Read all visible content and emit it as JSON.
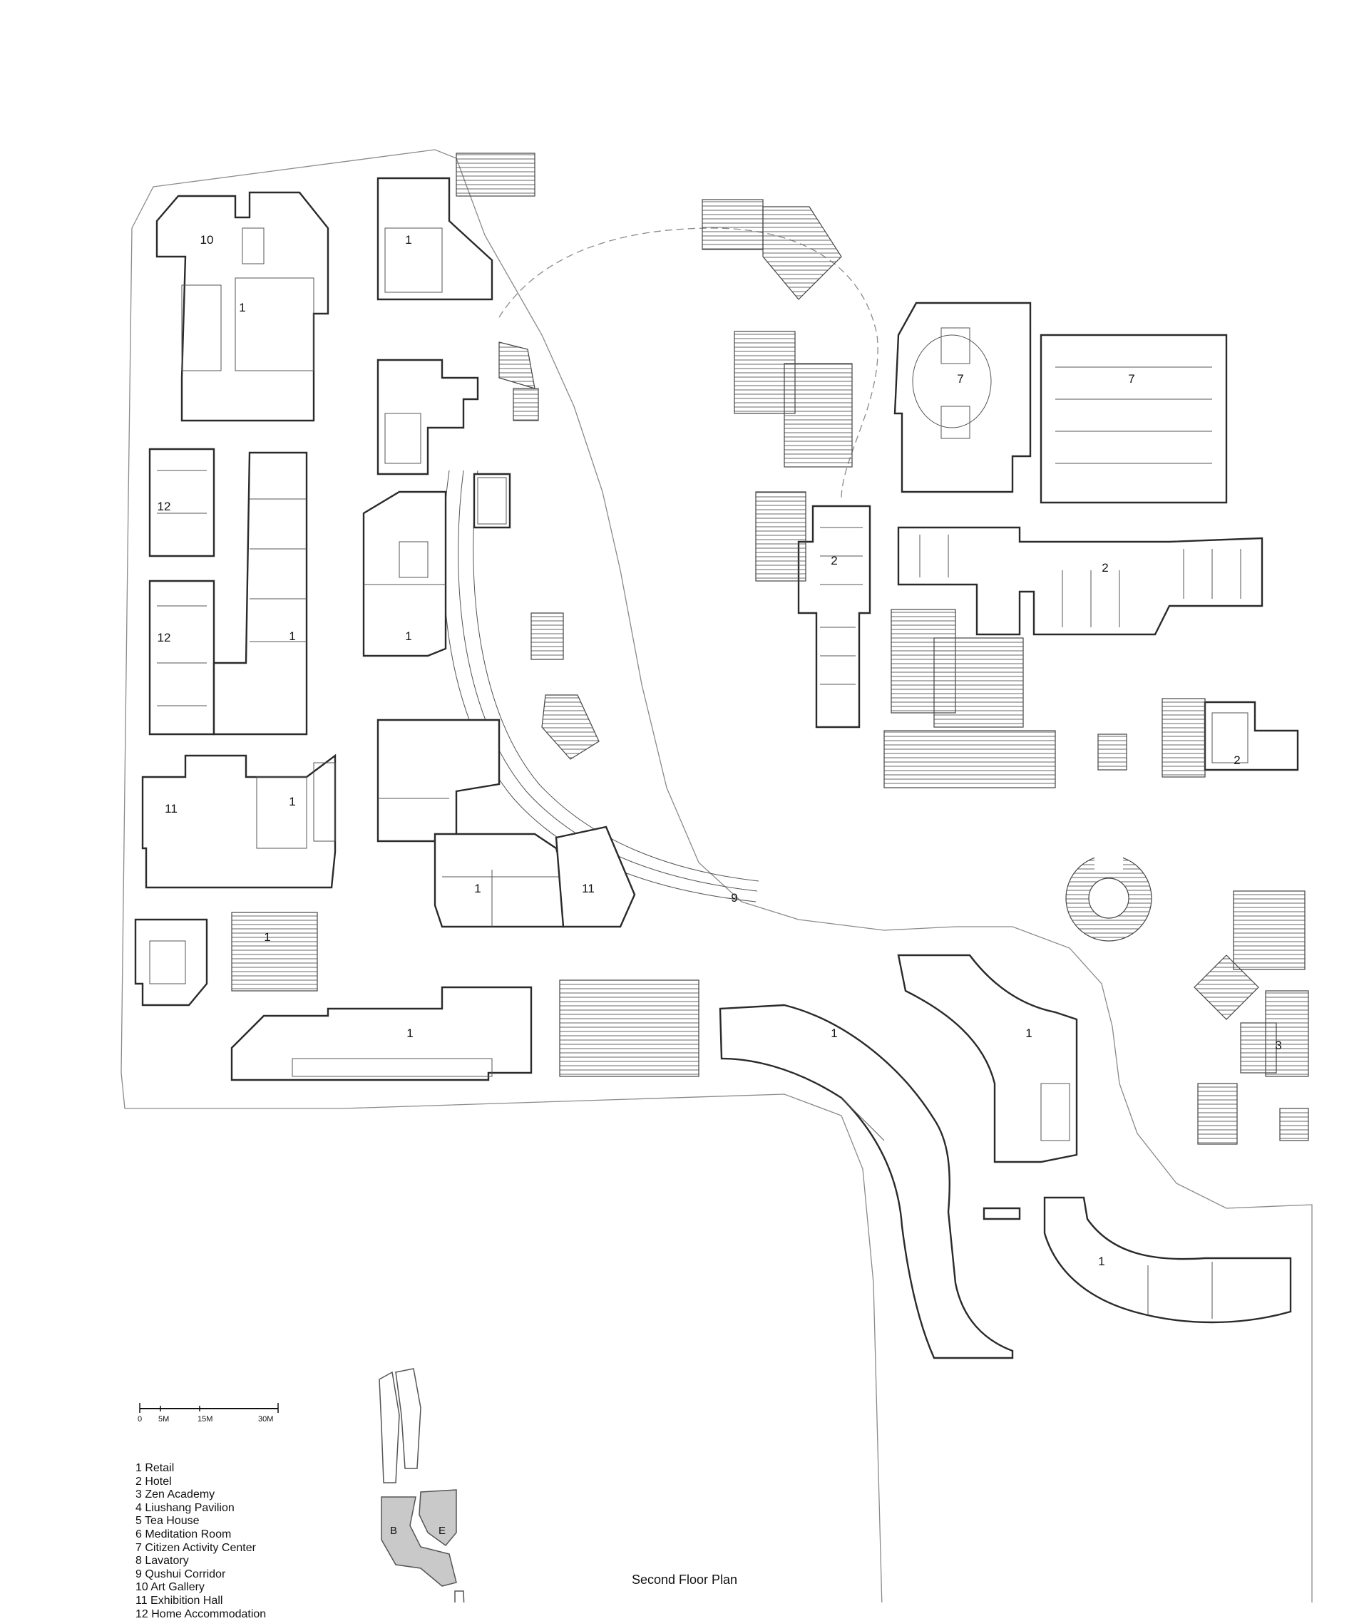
{
  "caption": "Second Floor Plan",
  "legend": [
    "1 Retail",
    "2 Hotel",
    "3 Zen Academy",
    "4 Liushang Pavilion",
    "5 Tea House",
    "6 Meditation Room",
    "7 Citizen Activity Center",
    "8 Lavatory",
    "9 Qushui Corridor",
    "10 Art Gallery",
    "11 Exhibition Hall",
    "12 Home Accommodation"
  ],
  "scale_bar": [
    "0",
    "5M",
    "15M",
    "30M"
  ],
  "keymap_labels": [
    "B",
    "E"
  ],
  "space_labels": [
    "10",
    "1",
    "1",
    "1",
    "1",
    "12",
    "12",
    "1",
    "11",
    "1",
    "1",
    "11",
    "9",
    "1",
    "1",
    "7",
    "7",
    "2",
    "2",
    "2",
    "1",
    "1",
    "1",
    "3"
  ]
}
